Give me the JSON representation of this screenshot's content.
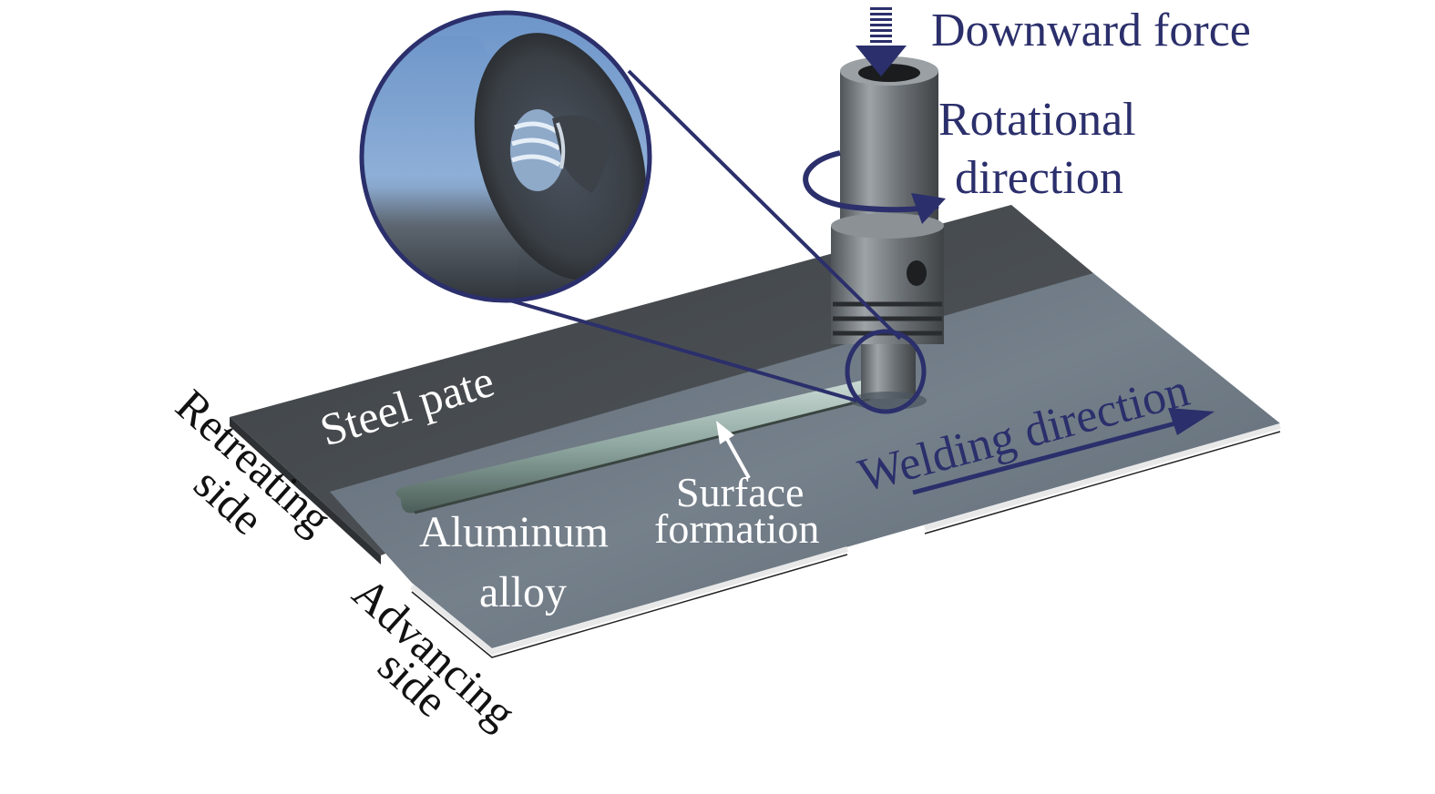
{
  "diagram": {
    "type": "friction-stir-welding-schematic",
    "labels": {
      "downward_force": "Downward force",
      "rotational_line1": "Rotational",
      "rotational_line2": "direction",
      "steel_plate": "Steel pate",
      "retreating_line1": "Retreating",
      "retreating_line2": "side",
      "surface_line1": "Surface",
      "surface_line2": "formation",
      "aluminum_line1": "Aluminum",
      "aluminum_line2": "alloy",
      "advancing_line1": "Advancing",
      "advancing_line2": "side",
      "welding_direction": "Welding direction"
    },
    "colors": {
      "accent_navy": "#2b2f6b",
      "steel_plate": "#4a4e52",
      "aluminum_plate": "#6b7682",
      "tool": "#6e7377",
      "label_white": "#ffffff",
      "label_black": "#111111"
    }
  }
}
